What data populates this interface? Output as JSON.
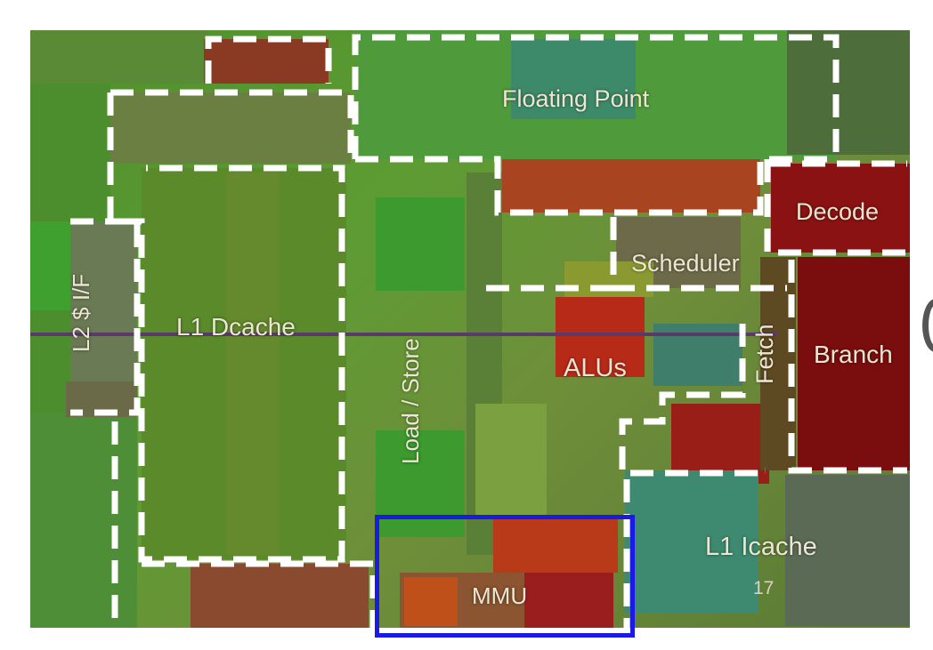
{
  "die": {
    "blocks": {
      "floating_point": "Floating Point",
      "decode": "Decode",
      "scheduler": "Scheduler",
      "l2_if": "L2 $ I/F",
      "l1_dcache": "L1 Dcache",
      "load_store": "Load / Store",
      "fetch": "Fetch",
      "alus": "ALUs",
      "branch": "Branch",
      "l1_icache": "L1 Icache",
      "mmu": "MMU"
    },
    "colors": {
      "boundary": "#ffffff",
      "highlight": "#1a1ae6",
      "logic_red": "#a0221a",
      "cache_green": "#5a8f2a"
    }
  },
  "slide": {
    "number": "17"
  }
}
